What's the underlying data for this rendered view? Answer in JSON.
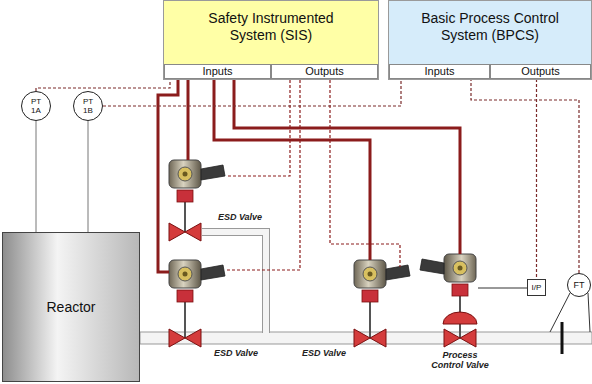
{
  "diagram": {
    "nodes": [
      {
        "text": [
          "Safety Instrumented System (SIS)"
        ]
      },
      {
        "text": [
          "Inputs"
        ],
        "in": 0
      },
      {
        "text": [
          "Outputs"
        ],
        "in": 0
      },
      {
        "text": [
          "Basic Process Control System (BPCS)"
        ]
      },
      {
        "text": [
          "Inputs"
        ],
        "in": 3
      },
      {
        "text": [
          "Outputs"
        ],
        "in": 3
      },
      {
        "text": [
          "PT 1A"
        ]
      },
      {
        "text": [
          "PT 1B"
        ]
      },
      {
        "text": [
          "Reactor"
        ]
      },
      {
        "text": [
          "I/P"
        ]
      },
      {
        "text": [
          "FT"
        ]
      }
    ],
    "edges": [
      {
        "from": 6,
        "to": 1,
        "arrow": "none"
      },
      {
        "from": 7,
        "to": 4,
        "arrow": "none"
      },
      {
        "from": 10,
        "to": 4,
        "arrow": "none"
      },
      {
        "from": 5,
        "to": 9,
        "arrow": "none"
      }
    ],
    "labels": [
      "ESD Valve",
      "ESD Valve",
      "ESD Valve",
      "Process Control Valve"
    ]
  }
}
